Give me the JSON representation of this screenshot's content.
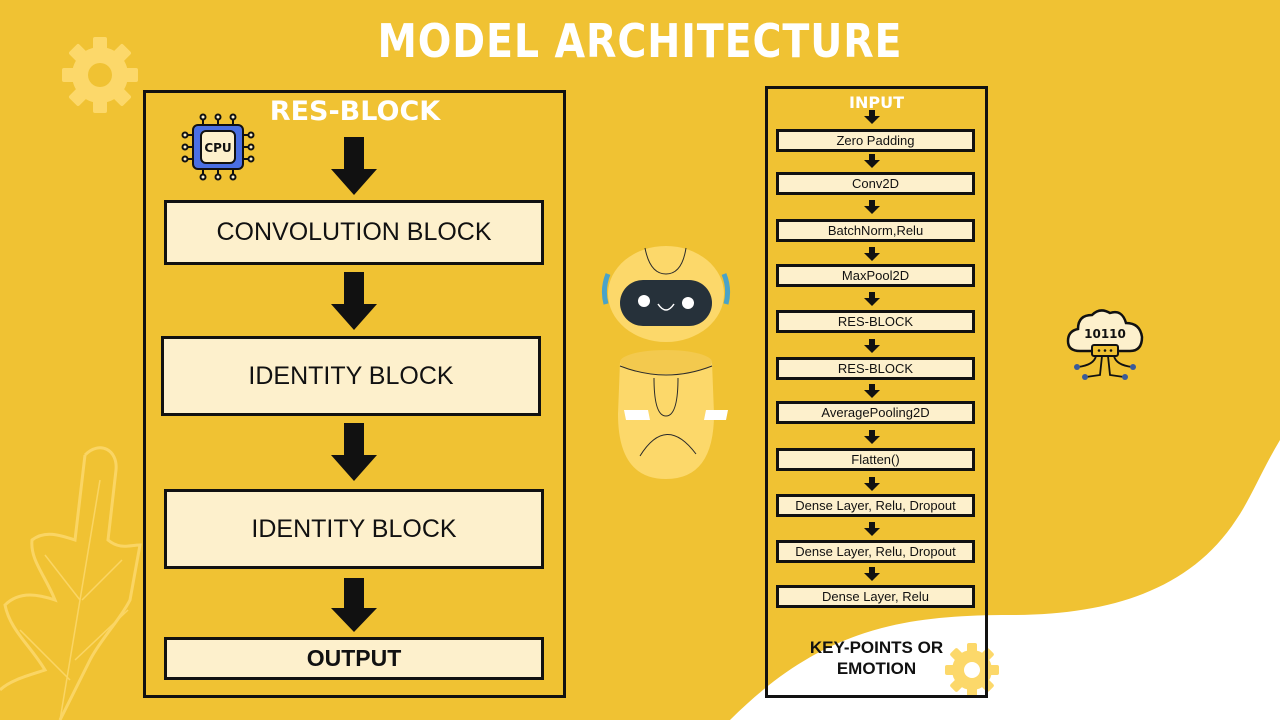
{
  "title": "MODEL ARCHITECTURE",
  "colors": {
    "background": "#F0C233",
    "block_fill": "#FDF0CC",
    "border": "#111111",
    "title_text": "#FFFFFF",
    "accent_light": "#FCD86A",
    "cpu_blue": "#4A6FE3",
    "robot_visor": "#26313A"
  },
  "res_block": {
    "title": "RES-BLOCK",
    "blocks": [
      {
        "label": "CONVOLUTION BLOCK"
      },
      {
        "label": "IDENTITY BLOCK"
      },
      {
        "label": "IDENTITY BLOCK"
      },
      {
        "label": "OUTPUT"
      }
    ]
  },
  "pipeline": {
    "title": "INPUT",
    "layers": [
      {
        "label": "Zero Padding"
      },
      {
        "label": "Conv2D"
      },
      {
        "label": "BatchNorm,Relu"
      },
      {
        "label": "MaxPool2D"
      },
      {
        "label": "RES-BLOCK"
      },
      {
        "label": "RES-BLOCK"
      },
      {
        "label": "AveragePooling2D"
      },
      {
        "label": "Flatten()"
      },
      {
        "label": "Dense Layer, Relu, Dropout"
      },
      {
        "label": "Dense Layer, Relu, Dropout"
      },
      {
        "label": "Dense Layer, Relu"
      }
    ],
    "output_line1": "KEY-POINTS OR",
    "output_line2": "EMOTION"
  },
  "icons": {
    "cpu": {
      "name": "cpu-icon",
      "text": "CPU"
    },
    "cloud": {
      "name": "cloud-binary-icon",
      "text": "10110"
    },
    "robot": {
      "name": "robot-illustration"
    },
    "gears": [
      "gear-icon-top-left",
      "gear-icon-bottom-right"
    ],
    "leaf": "leaf-decoration"
  }
}
